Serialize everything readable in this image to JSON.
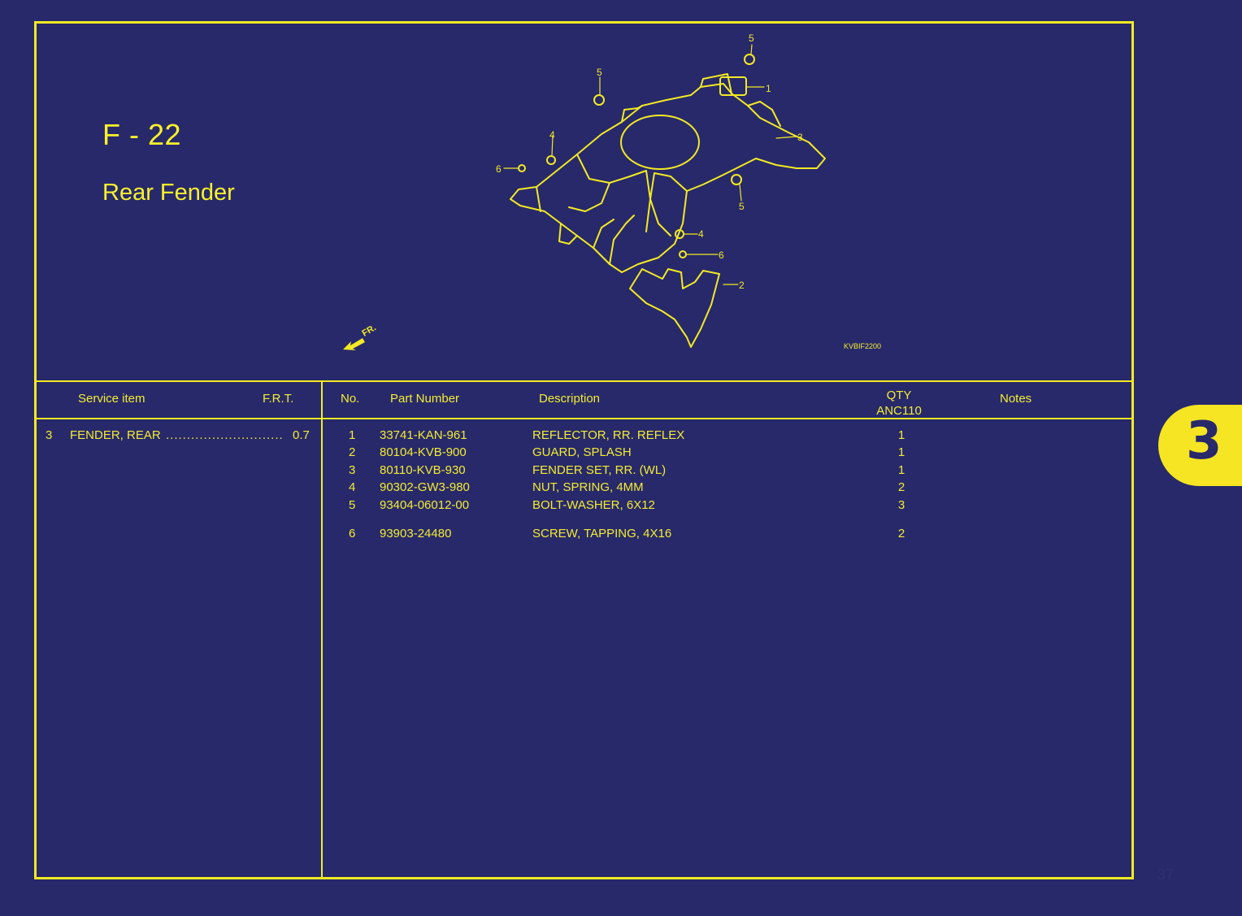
{
  "header": {
    "code": "F - 22",
    "title": "Rear Fender",
    "illustration_code": "KVBIF2200",
    "front_mark": "FR."
  },
  "service_table": {
    "col_item": "Service item",
    "col_frt": "F.R.T.",
    "rows": [
      {
        "ref": "3",
        "item": "FENDER, REAR",
        "frt": "0.7"
      }
    ]
  },
  "parts_table": {
    "col_no": "No.",
    "col_part": "Part Number",
    "col_desc": "Description",
    "col_qty": "QTY",
    "col_model": "ANC110",
    "col_notes": "Notes",
    "rows": [
      {
        "no": "1",
        "part": "33741-KAN-961",
        "desc": "REFLECTOR, RR. REFLEX",
        "qty": "1"
      },
      {
        "no": "2",
        "part": "80104-KVB-900",
        "desc": "GUARD, SPLASH",
        "qty": "1"
      },
      {
        "no": "3",
        "part": "80110-KVB-930",
        "desc": "FENDER SET, RR. (WL)",
        "qty": "1"
      },
      {
        "no": "4",
        "part": "90302-GW3-980",
        "desc": "NUT, SPRING, 4MM",
        "qty": "2"
      },
      {
        "no": "5",
        "part": "93404-06012-00",
        "desc": "BOLT-WASHER, 6X12",
        "qty": "3"
      },
      {
        "no": "6",
        "part": "93903-24480",
        "desc": "SCREW, TAPPING, 4X16",
        "qty": "2"
      }
    ]
  },
  "callouts": [
    "5",
    "1",
    "5",
    "3",
    "4",
    "6",
    "5",
    "4",
    "6",
    "2"
  ],
  "section_tab": "3",
  "page_number": "37",
  "colors": {
    "background": "#28296a",
    "accent": "#f2ea24"
  }
}
